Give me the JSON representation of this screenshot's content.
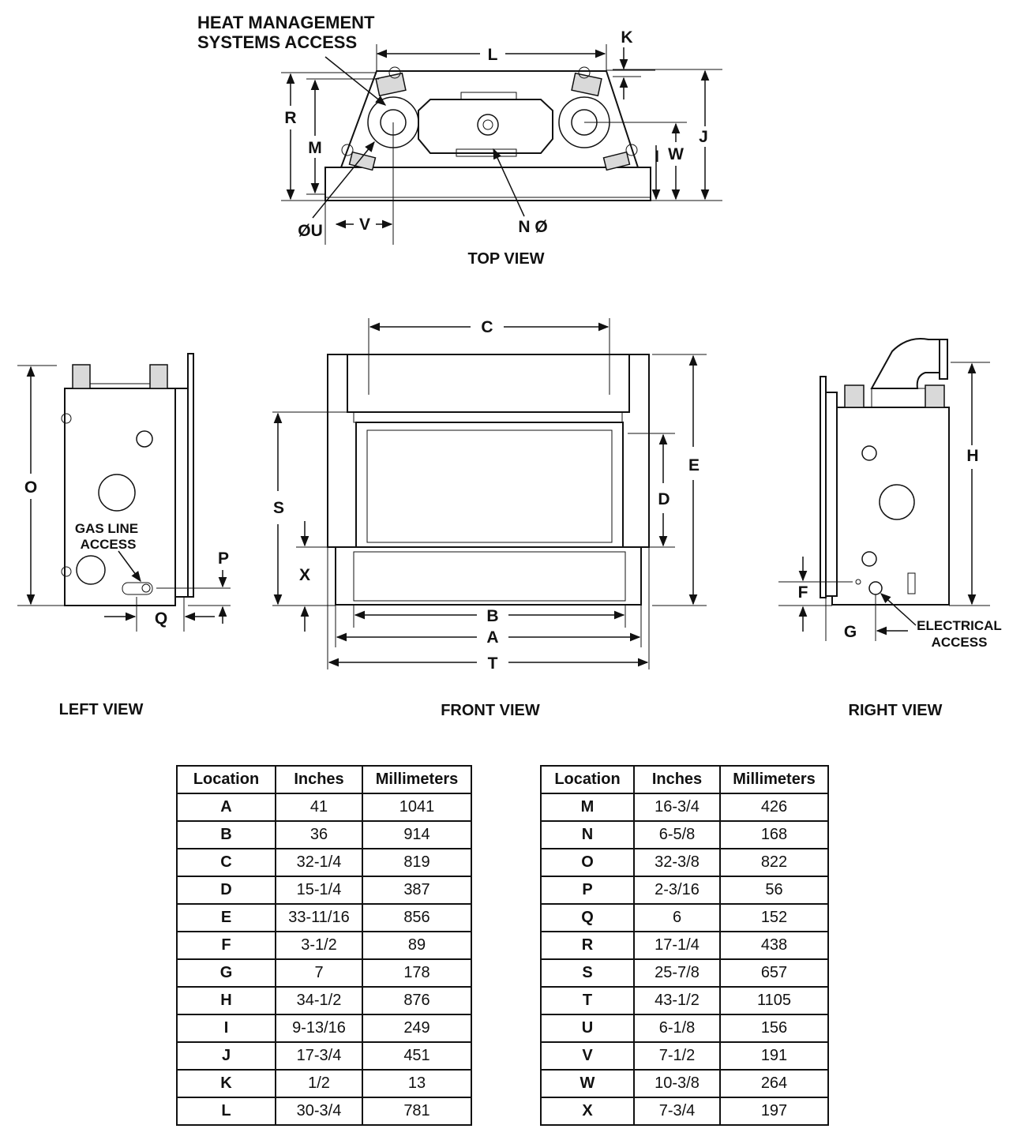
{
  "views": {
    "top": "TOP VIEW",
    "front": "FRONT VIEW",
    "left": "LEFT VIEW",
    "right": "RIGHT VIEW"
  },
  "callouts": {
    "heat_management_line1": "HEAT MANAGEMENT",
    "heat_management_line2": "SYSTEMS ACCESS",
    "gas_line_line1": "GAS LINE",
    "gas_line_line2": "ACCESS",
    "electrical_line1": "ELECTRICAL",
    "electrical_line2": "ACCESS"
  },
  "dim_labels": {
    "top": {
      "L": "L",
      "K": "K",
      "R": "R",
      "M": "M",
      "J": "J",
      "I": "I",
      "W": "W",
      "U": "ØU",
      "V": "V",
      "N": "N Ø"
    },
    "front": {
      "C": "C",
      "E": "E",
      "D": "D",
      "S": "S",
      "X": "X",
      "B": "B",
      "A": "A",
      "T": "T"
    },
    "left": {
      "O": "O",
      "P": "P",
      "Q": "Q"
    },
    "right": {
      "H": "H",
      "F": "F",
      "G": "G"
    }
  },
  "tables": {
    "headers": [
      "Location",
      "Inches",
      "Millimeters"
    ],
    "left": [
      [
        "A",
        "41",
        "1041"
      ],
      [
        "B",
        "36",
        "914"
      ],
      [
        "C",
        "32-1/4",
        "819"
      ],
      [
        "D",
        "15-1/4",
        "387"
      ],
      [
        "E",
        "33-11/16",
        "856"
      ],
      [
        "F",
        "3-1/2",
        "89"
      ],
      [
        "G",
        "7",
        "178"
      ],
      [
        "H",
        "34-1/2",
        "876"
      ],
      [
        "I",
        "9-13/16",
        "249"
      ],
      [
        "J",
        "17-3/4",
        "451"
      ],
      [
        "K",
        "1/2",
        "13"
      ],
      [
        "L",
        "30-3/4",
        "781"
      ]
    ],
    "right": [
      [
        "M",
        "16-3/4",
        "426"
      ],
      [
        "N",
        "6-5/8",
        "168"
      ],
      [
        "O",
        "32-3/8",
        "822"
      ],
      [
        "P",
        "2-3/16",
        "56"
      ],
      [
        "Q",
        "6",
        "152"
      ],
      [
        "R",
        "17-1/4",
        "438"
      ],
      [
        "S",
        "25-7/8",
        "657"
      ],
      [
        "T",
        "43-1/2",
        "1105"
      ],
      [
        "U",
        "6-1/8",
        "156"
      ],
      [
        "V",
        "7-1/2",
        "191"
      ],
      [
        "W",
        "10-3/8",
        "264"
      ],
      [
        "X",
        "7-3/4",
        "197"
      ]
    ]
  }
}
